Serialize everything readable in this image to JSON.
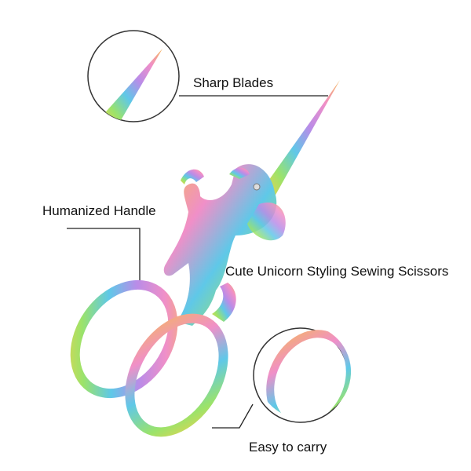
{
  "labels": {
    "sharp_blades": "Sharp Blades",
    "handle": "Humanized Handle",
    "title": "Cute Unicorn Styling Sewing Scissors",
    "carry": "Easy to carry"
  },
  "colors": {
    "rainbow": [
      "#f5d04a",
      "#9be36a",
      "#5fc8e8",
      "#b98ce8",
      "#f08fc8",
      "#f5b85a"
    ],
    "line": "#222222"
  }
}
